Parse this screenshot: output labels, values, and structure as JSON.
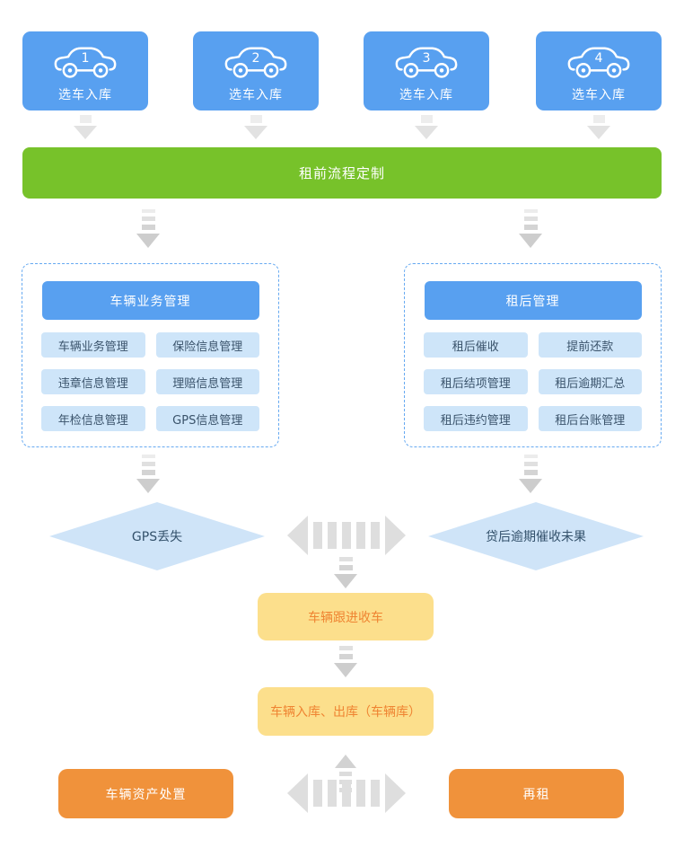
{
  "colors": {
    "primary_blue": "#58a0f0",
    "light_blue": "#cee5f9",
    "panel_border_blue": "#66a9f1",
    "green": "#77c22a",
    "diamond_blue": "#cfe4f8",
    "yellow": "#fcdf8c",
    "yellow_text_orange": "#ef8432",
    "orange": "#f0923b",
    "arrow_gray": "#dedede",
    "dark_text": "#3a536b"
  },
  "top_row": {
    "boxes": [
      {
        "number": "1",
        "label": "选车入库",
        "icon": "car-icon"
      },
      {
        "number": "2",
        "label": "选车入库",
        "icon": "car-icon"
      },
      {
        "number": "3",
        "label": "选车入库",
        "icon": "car-icon"
      },
      {
        "number": "4",
        "label": "选车入库",
        "icon": "car-icon"
      }
    ]
  },
  "pre_rental_bar": {
    "label": "租前流程定制"
  },
  "left_panel": {
    "header": "车辆业务管理",
    "items": [
      "车辆业务管理",
      "保险信息管理",
      "违章信息管理",
      "理赔信息管理",
      "年检信息管理",
      "GPS信息管理"
    ]
  },
  "right_panel": {
    "header": "租后管理",
    "items": [
      "租后催收",
      "提前还款",
      "租后结项管理",
      "租后逾期汇总",
      "租后违约管理",
      "租后台账管理"
    ]
  },
  "decisions": {
    "left": "GPS丢失",
    "right": "贷后逾期催收未果"
  },
  "process": {
    "follow_up": "车辆跟进收车",
    "warehouse": "车辆入库、出库（车辆库）"
  },
  "bottom": {
    "left": "车辆资产处置",
    "right": "再租"
  }
}
